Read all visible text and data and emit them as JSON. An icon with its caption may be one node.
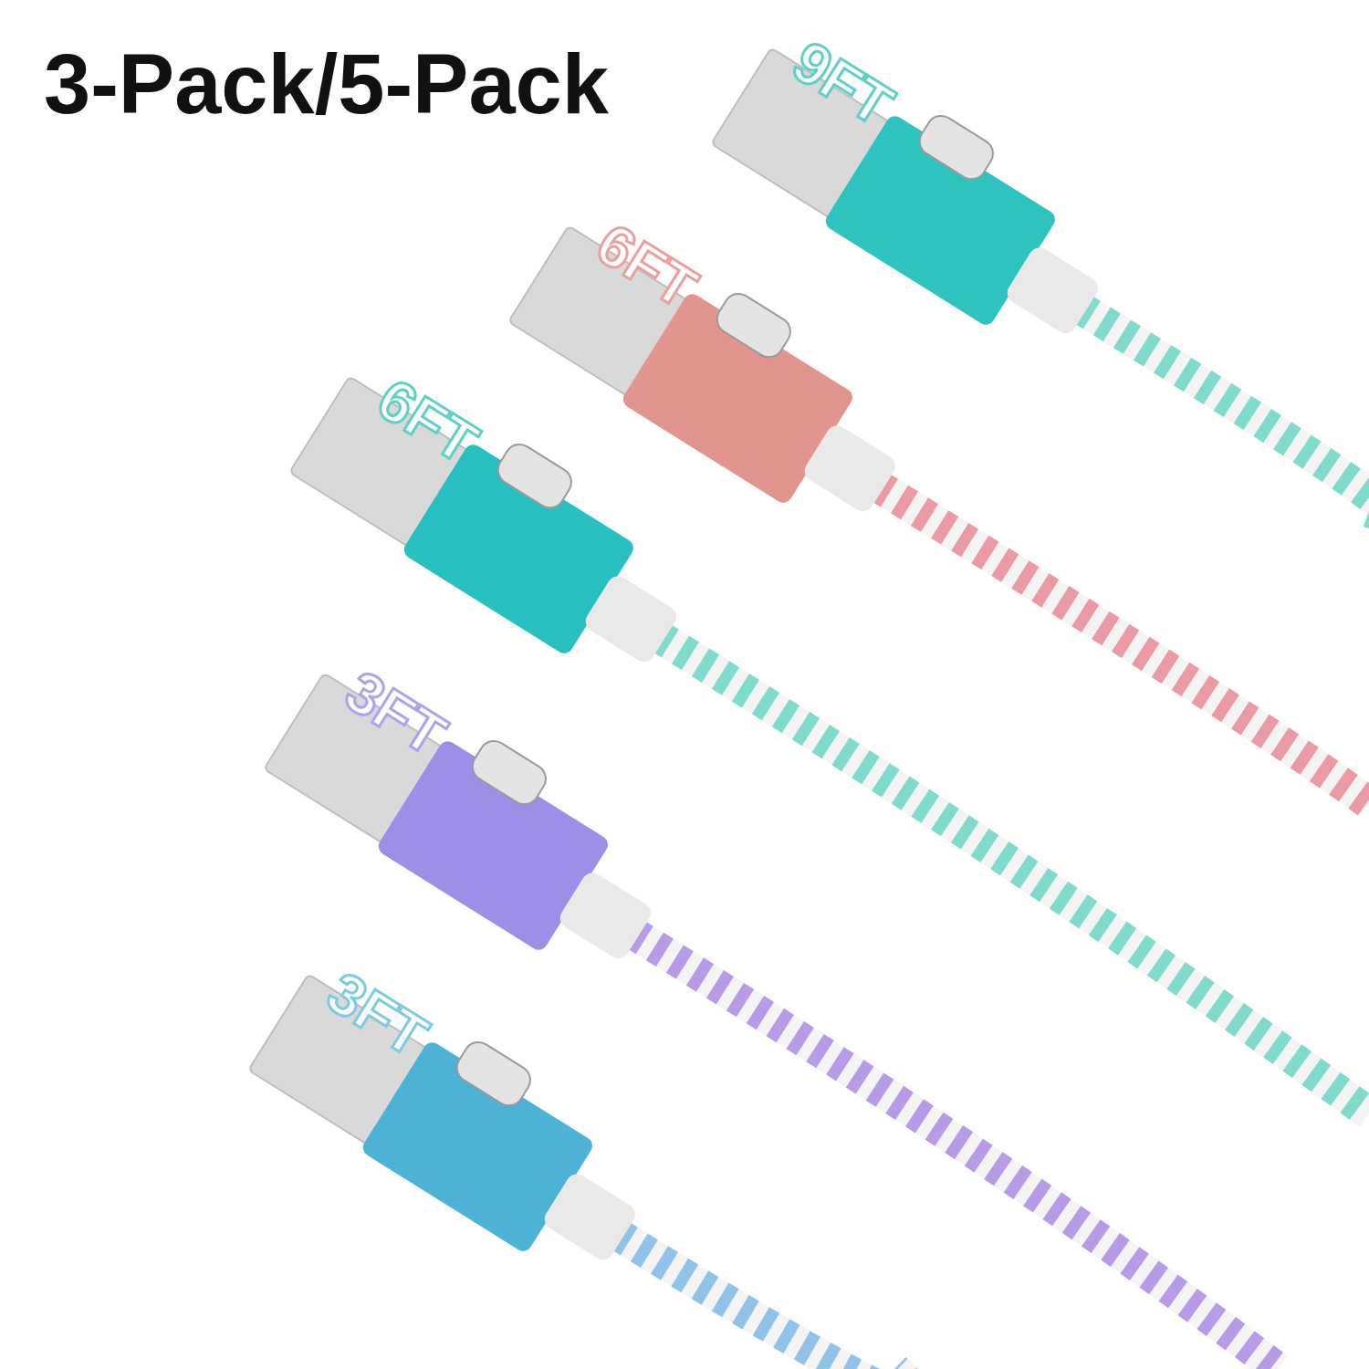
{
  "diagram": {
    "title": "3-Pack/5-Pack",
    "labels": [
      "9FT",
      "6FT",
      "6FT",
      "3FT",
      "3FT"
    ]
  }
}
